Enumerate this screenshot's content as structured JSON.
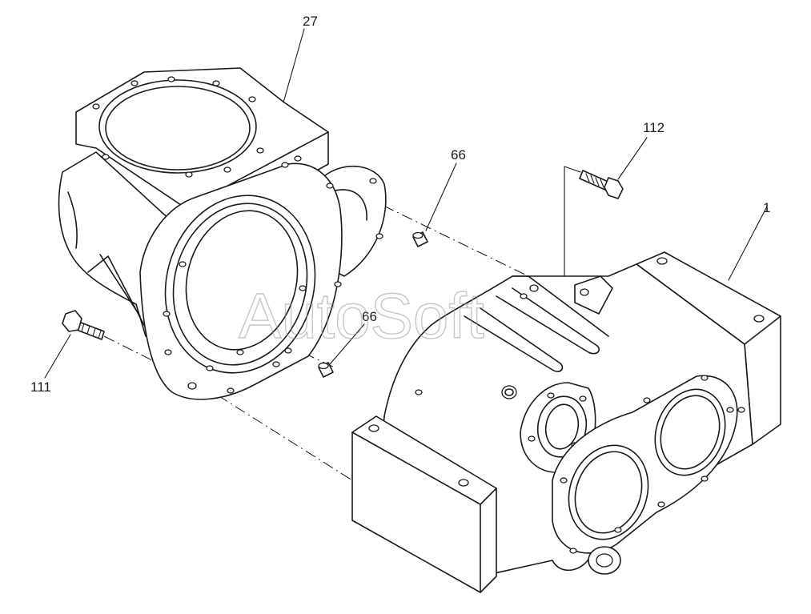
{
  "diagram": {
    "callouts": [
      {
        "id": "c27",
        "text": "27"
      },
      {
        "id": "c66a",
        "text": "66"
      },
      {
        "id": "c66b",
        "text": "66"
      },
      {
        "id": "c112",
        "text": "112"
      },
      {
        "id": "c1",
        "text": "1"
      },
      {
        "id": "c111",
        "text": "111"
      }
    ],
    "watermark": "AutoSoft"
  }
}
